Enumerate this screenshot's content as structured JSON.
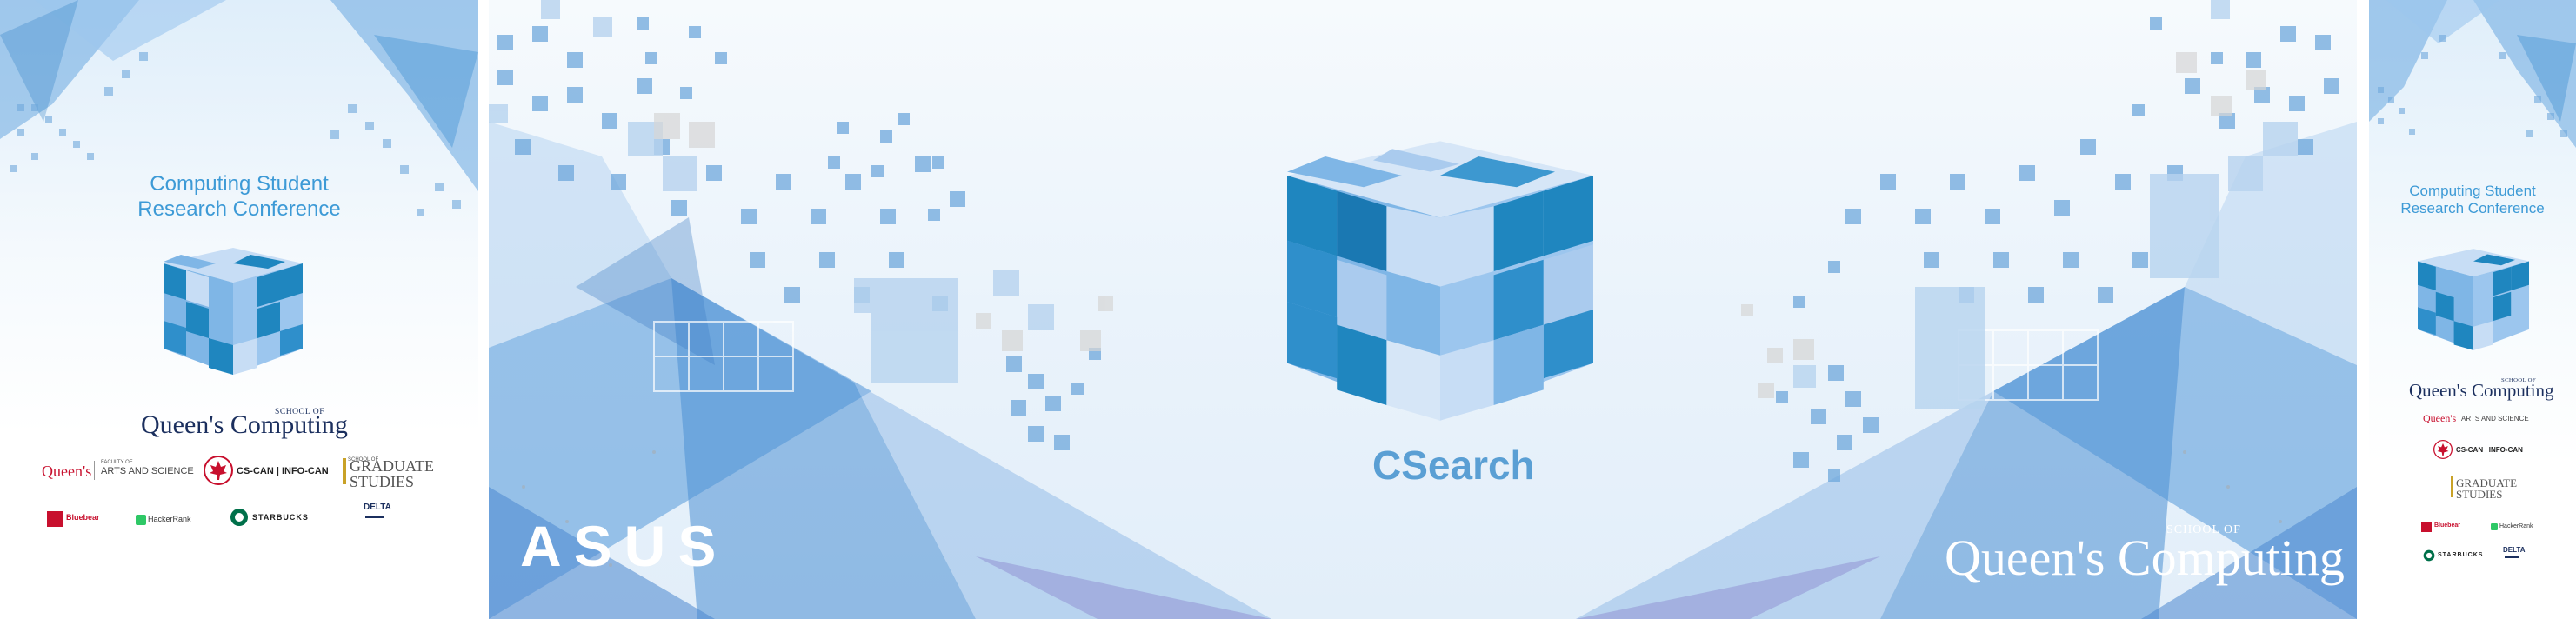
{
  "left_panel": {
    "conference_title_line1": "Computing Student",
    "conference_title_line2": "Research Conference",
    "queens_school": "SCHOOL OF",
    "queens_logo": "Queen's Computing",
    "sponsors": {
      "queens_faculty": "Queen's",
      "arts_science_small": "FACULTY OF",
      "arts_science": "ARTS AND SCIENCE",
      "cscan": "CS-CAN | INFO-CAN",
      "graduate_small": "SCHOOL OF",
      "graduate": "GRADUATE",
      "studies": "STUDIES",
      "bluebear": "Bluebear",
      "hackerrank": "HackerRank",
      "starbucks": "STARBUCKS",
      "delta": "DELTA"
    }
  },
  "center_panel": {
    "product_name": "CSearch",
    "asus": "ASUS",
    "queens_school": "SCHOOL OF",
    "queens_logo": "Queen's Computing"
  },
  "right_panel": {
    "conference_title_line1": "Computing Student",
    "conference_title_line2": "Research Conference",
    "queens_school": "SCHOOL OF",
    "queens_logo": "Queen's Computing",
    "sponsors": {
      "queens_faculty": "Queen's",
      "arts_science": "ARTS AND SCIENCE",
      "cscan": "CS-CAN | INFO-CAN",
      "graduate": "GRADUATE",
      "studies": "STUDIES",
      "bluebear": "Bluebear",
      "hackerrank": "HackerRank",
      "starbucks": "STARBUCKS",
      "delta": "DELTA"
    }
  },
  "colors": {
    "brand_blue": "#3d9ad6",
    "cube_dark": "#1f86bf",
    "cube_mid": "#7fb6e6",
    "cube_light": "#c7ddf5",
    "navy": "#1b2f5e",
    "queens_red": "#c8102e",
    "starbucks_green": "#00704a",
    "gold": "#c9a227"
  },
  "icons": [
    "cube-logo-icon",
    "cscan-maple-leaf-icon",
    "starbucks-siren-icon",
    "hackerrank-icon",
    "bluebear-icon",
    "delta-icon"
  ]
}
